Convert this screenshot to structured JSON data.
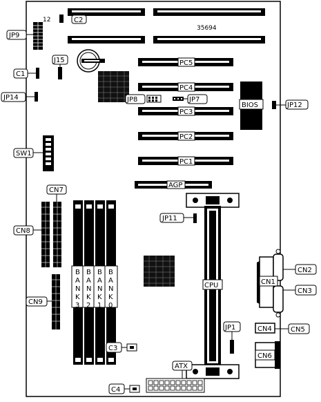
{
  "board": {
    "model": "35694",
    "pin_marker": "12"
  },
  "labels": {
    "c2": "C2",
    "jp9": "JP9",
    "c1": "C1",
    "j15": "J15",
    "jp14": "JP14",
    "jp8": "JP8",
    "jp7": "JP7",
    "jp12": "JP12",
    "bios": "BIOS",
    "sw1": "SW1",
    "cn7": "CN7",
    "cn8": "CN8",
    "cn9": "CN9",
    "jp11": "JP11",
    "cpu": "CPU",
    "cn1": "CN1",
    "cn2": "CN2",
    "cn3": "CN3",
    "cn4": "CN4",
    "cn5": "CN5",
    "cn6": "CN6",
    "jp1": "JP1",
    "c3": "C3",
    "c4": "C4",
    "atx": "ATX",
    "agp": "AGP"
  },
  "pci_slots": [
    "PC5",
    "PC4",
    "PC3",
    "PC2",
    "PC1"
  ],
  "memory_banks": [
    {
      "name": "BANK3",
      "letters": [
        "B",
        "A",
        "N",
        "K",
        "3"
      ]
    },
    {
      "name": "BANK2",
      "letters": [
        "B",
        "A",
        "N",
        "K",
        "2"
      ]
    },
    {
      "name": "BANK1",
      "letters": [
        "B",
        "A",
        "N",
        "K",
        "1"
      ]
    },
    {
      "name": "BANK0",
      "letters": [
        "B",
        "A",
        "N",
        "K",
        "0"
      ]
    }
  ]
}
